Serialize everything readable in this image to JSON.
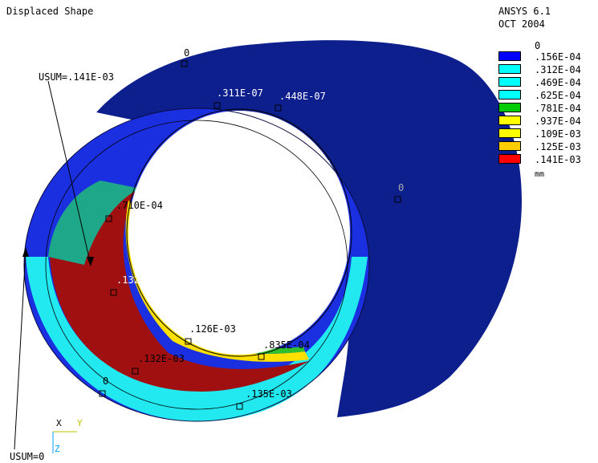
{
  "header": {
    "title": "Displaced Shape",
    "software": "ANSYS 6.1",
    "date": "OCT 2004"
  },
  "legend": {
    "zero_label": "0",
    "items": [
      {
        "label": ".156E-04",
        "color": "#0000FF"
      },
      {
        "label": ".312E-04",
        "color": "#00FFFF"
      },
      {
        "label": ".469E-04",
        "color": "#00FFFF"
      },
      {
        "label": ".625E-04",
        "color": "#00FFFF"
      },
      {
        "label": ".781E-04",
        "color": "#00CC00"
      },
      {
        "label": ".937E-04",
        "color": "#FFFF00"
      },
      {
        "label": ".109E-03",
        "color": "#FFFF00"
      },
      {
        "label": ".125E-03",
        "color": "#FFCC00"
      },
      {
        "label": ".141E-03",
        "color": "#FF0000"
      }
    ],
    "unit": "mm"
  },
  "annotations": {
    "usum_max": "USUM=.141E-03",
    "usum_min": "USUM=0",
    "node_labels": [
      "0",
      ".311E-07",
      ".448E-07",
      "0",
      ".710E-04",
      ".132E-03",
      ".126E-03",
      ".835E-04",
      ".132E-03",
      "0",
      ".135E-03"
    ]
  },
  "triad": {
    "x_label": "X",
    "y_label": "Y",
    "z_label": "Z"
  }
}
